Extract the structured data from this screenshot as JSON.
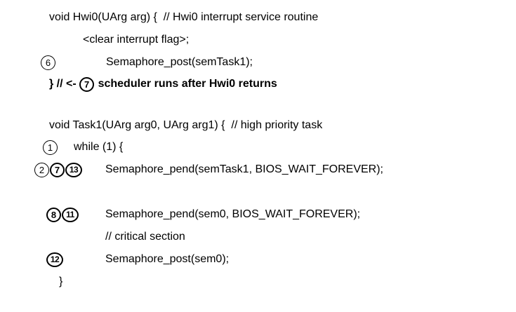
{
  "document": {
    "background": "#ffffff",
    "text_color": "#000000",
    "description_not_rendered": ""
  },
  "hwi_block": {
    "line1": "void Hwi0(UArg arg) {  // Hwi0 interrupt service routine",
    "line2": "<clear interrupt flag>;",
    "line3": {
      "step": "6",
      "code": "Semaphore_post(semTask1);"
    },
    "line4": {
      "prefix": "} // <- ",
      "step": "7",
      "suffix": " scheduler runs after Hwi0 returns"
    }
  },
  "task_block": {
    "line5": "void Task1(UArg arg0, UArg arg1) {  // high priority task",
    "line6": {
      "step": "1",
      "code": "while (1) {"
    },
    "line7": {
      "step_a": "2",
      "step_b": "7",
      "step_c": "13",
      "code": "Semaphore_pend(semTask1, BIOS_WAIT_FOREVER);"
    },
    "line8": {
      "step_a": "8",
      "step_b": "11",
      "code": "Semaphore_pend(sem0, BIOS_WAIT_FOREVER);"
    },
    "line9": "// critical section",
    "line10": {
      "step": "12",
      "code": "Semaphore_post(sem0);"
    },
    "line11": "}"
  }
}
